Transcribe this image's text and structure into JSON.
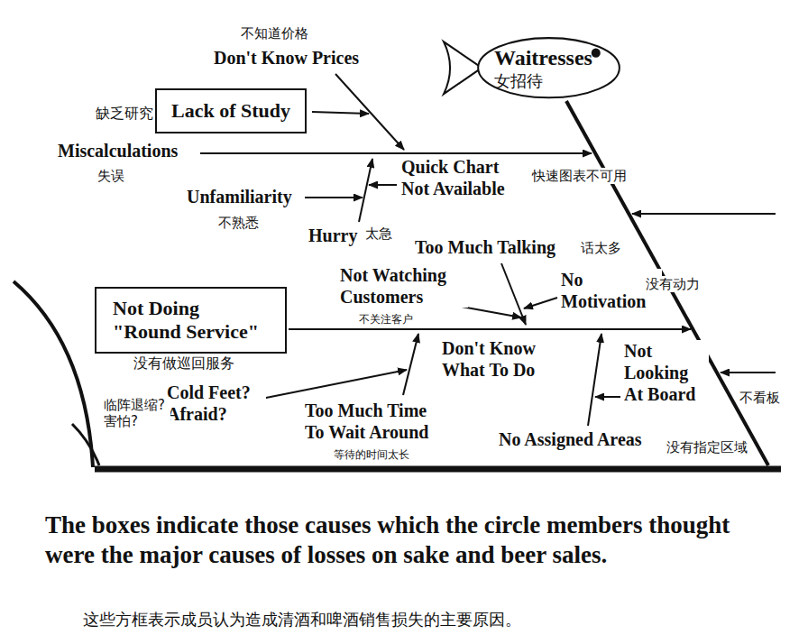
{
  "diagram": {
    "caption": "The boxes indicate those causes which the circle members thought were the major causes of losses on sake and beer sales.",
    "nodes": [
      {
        "text": [
          "Waitresses",
          "女招待"
        ]
      },
      {
        "text": [
          "Lack of Study",
          "缺乏研究"
        ]
      },
      {
        "text": [
          "Not Doing \"Round Service\"",
          "没有做巡回服务"
        ]
      }
    ],
    "labels": [
      "不知道价格",
      "Don't Know Prices",
      "Miscalculations",
      "失误",
      "Quick Chart Not Available",
      "快速图表不可用",
      "Unfamiliarity",
      "不熟悉",
      "Hurry",
      "太急",
      "Too Much Talking",
      "话太多",
      "Not Watching Customers",
      "不关注客户",
      "No Motivation",
      "没有动力",
      "Don't Know What To Do",
      "Not Looking At Board",
      "不看板",
      "No Assigned Areas",
      "没有指定区域",
      "Cold Feet? Afraid?",
      "临阵退缩? 害怕?",
      "Too Much Time To Wait Around",
      "等待的时间太长",
      "这些方框表示成员认为造成清酒和啤酒销售损失的主要原因。"
    ]
  }
}
